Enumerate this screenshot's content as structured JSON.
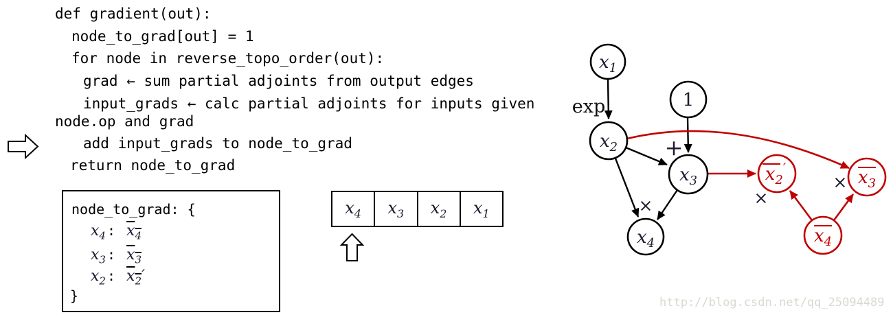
{
  "code": {
    "lines": [
      "def gradient(out):",
      "node_to_grad[out] = 1",
      "for node in reverse_topo_order(out):",
      "grad ← sum partial adjoints from output edges",
      "input_grads ← calc partial adjoints for inputs given",
      "node.op and grad",
      "add input_grads to node_to_grad",
      "return node_to_grad"
    ]
  },
  "grad_dict": {
    "open": "node_to_grad: {",
    "close": "}",
    "entries": [
      {
        "key_base": "x",
        "key_sub": "4",
        "colon": ":",
        "val_base": "x",
        "val_sub": "4",
        "val_prime": ""
      },
      {
        "key_base": "x",
        "key_sub": "3",
        "colon": ":",
        "val_base": "x",
        "val_sub": "3",
        "val_prime": ""
      },
      {
        "key_base": "x",
        "key_sub": "2",
        "colon": ":",
        "val_base": "x",
        "val_sub": "2",
        "val_prime": "′"
      }
    ]
  },
  "topo_array": {
    "cells": [
      {
        "base": "x",
        "sub": "4"
      },
      {
        "base": "x",
        "sub": "3"
      },
      {
        "base": "x",
        "sub": "2"
      },
      {
        "base": "x",
        "sub": "1"
      }
    ]
  },
  "graph": {
    "labels": {
      "exp": "exp",
      "plus": "+",
      "times": "×"
    },
    "nodes": [
      {
        "id": "x1",
        "base": "x",
        "sub": "1",
        "color": "black"
      },
      {
        "id": "const1",
        "base": "1",
        "sub": "",
        "color": "black"
      },
      {
        "id": "x2",
        "base": "x",
        "sub": "2",
        "color": "black"
      },
      {
        "id": "x3",
        "base": "x",
        "sub": "3",
        "color": "black"
      },
      {
        "id": "x4",
        "base": "x",
        "sub": "4",
        "color": "black"
      },
      {
        "id": "adj_x2",
        "base": "x",
        "sub": "2",
        "prime": "′",
        "overline": true,
        "color": "red"
      },
      {
        "id": "adj_x3",
        "base": "x",
        "sub": "3",
        "prime": "",
        "overline": true,
        "color": "red"
      },
      {
        "id": "adj_x4",
        "base": "x",
        "sub": "4",
        "prime": "",
        "overline": true,
        "color": "red"
      }
    ],
    "edges": [
      {
        "from": "x1",
        "to": "x2",
        "color": "black",
        "op": "exp"
      },
      {
        "from": "const1",
        "to": "x3",
        "color": "black",
        "op": "+"
      },
      {
        "from": "x2",
        "to": "x3",
        "color": "black"
      },
      {
        "from": "x2",
        "to": "x4",
        "color": "black",
        "op": "×"
      },
      {
        "from": "x3",
        "to": "x4",
        "color": "black",
        "op": "×"
      },
      {
        "from": "x3",
        "to": "adj_x2",
        "color": "red"
      },
      {
        "from": "x2",
        "to": "adj_x3",
        "color": "red"
      },
      {
        "from": "adj_x4",
        "to": "adj_x2",
        "color": "red",
        "op": "×"
      },
      {
        "from": "adj_x4",
        "to": "adj_x3",
        "color": "red",
        "op": "×"
      }
    ]
  },
  "watermark": "http://blog.csdn.net/qq_25094489",
  "colors": {
    "red": "#c00000",
    "ink": "#1c1c30",
    "wm": "#d9d9d1"
  }
}
